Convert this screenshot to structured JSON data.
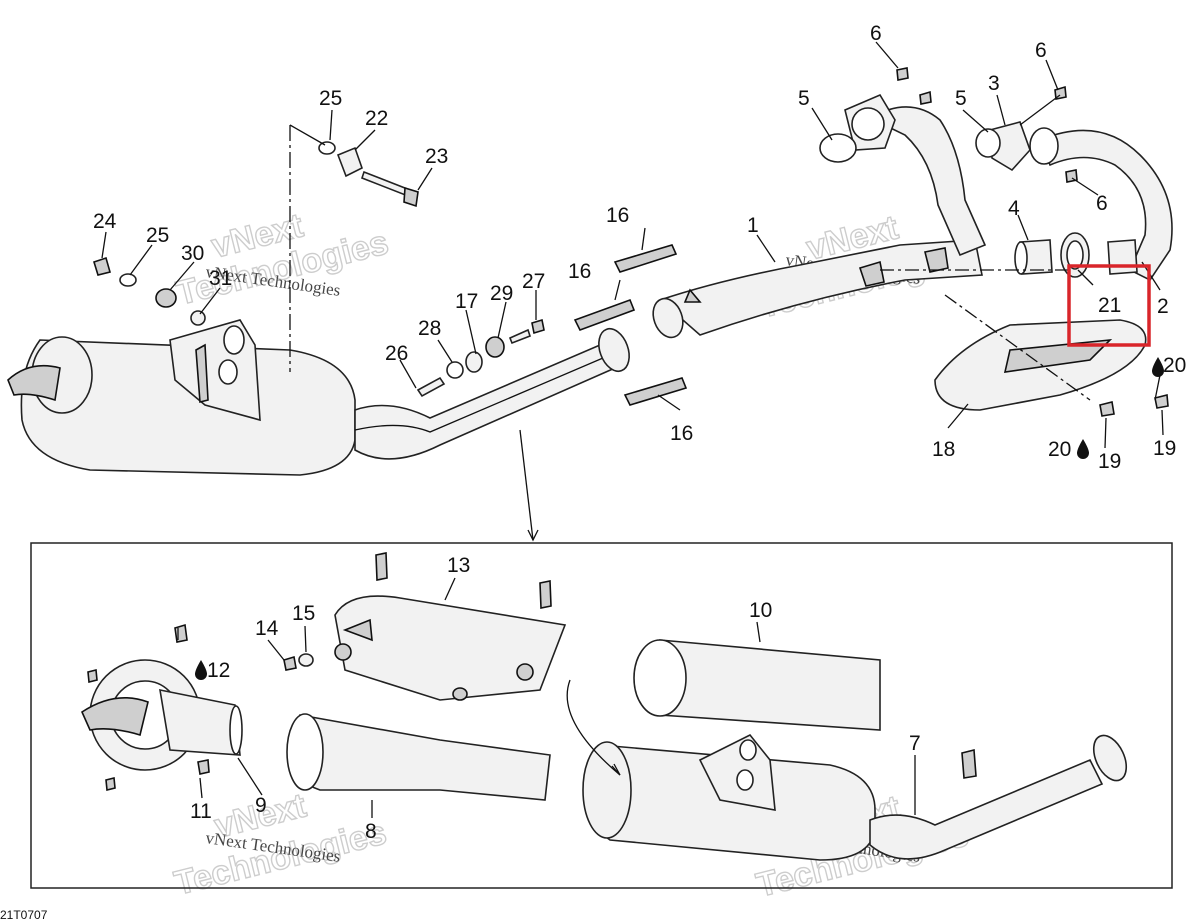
{
  "diagram": {
    "code": "21T0707",
    "watermark": {
      "line1": "vNext",
      "line2": "Technologies",
      "caption": "vNext Technologies"
    },
    "callouts": {
      "c1": "1",
      "c2": "2",
      "c3": "3",
      "c4": "4",
      "c5a": "5",
      "c5b": "5",
      "c6a": "6",
      "c6b": "6",
      "c6c": "6",
      "c7": "7",
      "c8": "8",
      "c9": "9",
      "c10": "10",
      "c11": "11",
      "c12": "12",
      "c13": "13",
      "c14": "14",
      "c15": "15",
      "c16a": "16",
      "c16b": "16",
      "c16c": "16",
      "c17": "17",
      "c18": "18",
      "c19a": "19",
      "c19b": "19",
      "c20a": "20",
      "c20b": "20",
      "c21": "21",
      "c22": "22",
      "c23": "23",
      "c24": "24",
      "c25a": "25",
      "c25b": "25",
      "c26": "26",
      "c27": "27",
      "c28": "28",
      "c29": "29",
      "c30": "30",
      "c31": "31"
    },
    "highlight_color": "#d9252a"
  }
}
